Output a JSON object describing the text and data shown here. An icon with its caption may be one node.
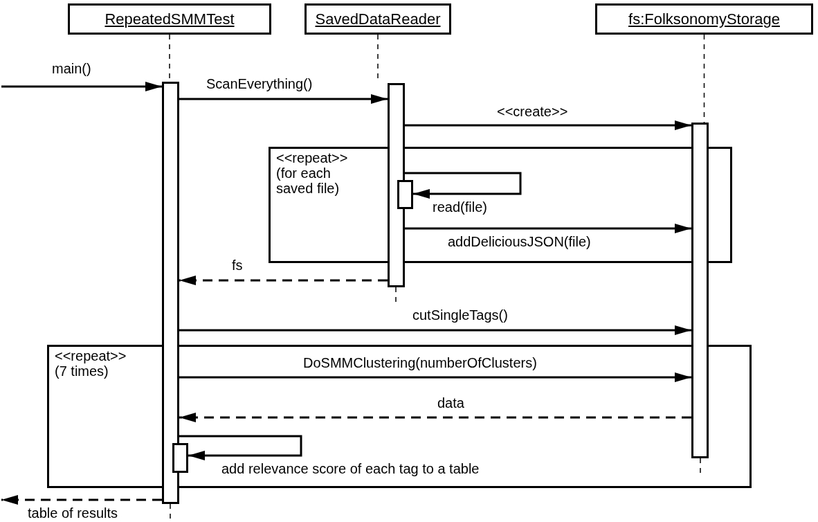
{
  "diagram": {
    "nodes": [
      {
        "text": [
          "RepeatedSMMTest"
        ]
      },
      {
        "text": [
          "SavedDataReader"
        ]
      },
      {
        "text": [
          "fs:FolksonomyStorage"
        ]
      },
      {
        "text": [
          "<<repeat>> (for each saved file)"
        ]
      },
      {
        "text": [
          "<<repeat>> (7 times)"
        ]
      },
      {
        "text": [],
        "shape": "bar"
      },
      {
        "text": [],
        "shape": "bar"
      },
      {
        "text": [],
        "shape": "bar"
      },
      {
        "text": [],
        "shape": "bar",
        "in": 3
      },
      {
        "text": [],
        "shape": "bar",
        "in": 4
      }
    ],
    "edges": [
      {
        "from": 0,
        "to": 5,
        "arrow": "none",
        "style": "dashed"
      },
      {
        "from": 1,
        "to": 6,
        "arrow": "none",
        "style": "dashed"
      },
      {
        "from": 2,
        "to": 7,
        "arrow": "none",
        "style": "dashed"
      },
      {
        "from": null,
        "to": 5,
        "arrow": "to",
        "label": "main()"
      },
      {
        "from": 5,
        "to": 6,
        "arrow": "to",
        "label": "ScanEverything()"
      },
      {
        "from": 6,
        "to": 7,
        "arrow": "to",
        "label": "<<create>>"
      },
      {
        "from": 6,
        "to": 8,
        "arrow": "to",
        "label": "read(file)"
      },
      {
        "from": 6,
        "to": 7,
        "arrow": "to",
        "label": "addDeliciousJSON(file)"
      },
      {
        "from": 6,
        "to": 5,
        "arrow": "to",
        "label": "fs",
        "style": "dashed"
      },
      {
        "from": 5,
        "to": 7,
        "arrow": "to",
        "label": "cutSingleTags()"
      },
      {
        "from": 5,
        "to": 7,
        "arrow": "to",
        "label": "DoSMMClustering(numberOfClusters)"
      },
      {
        "from": 7,
        "to": 5,
        "arrow": "to",
        "label": "data",
        "style": "dashed"
      },
      {
        "from": 5,
        "to": 9,
        "arrow": "to",
        "label": "add relevance score of each tag to a table"
      },
      {
        "from": 5,
        "to": null,
        "arrow": "to",
        "label": "table of results",
        "style": "dashed"
      }
    ]
  }
}
